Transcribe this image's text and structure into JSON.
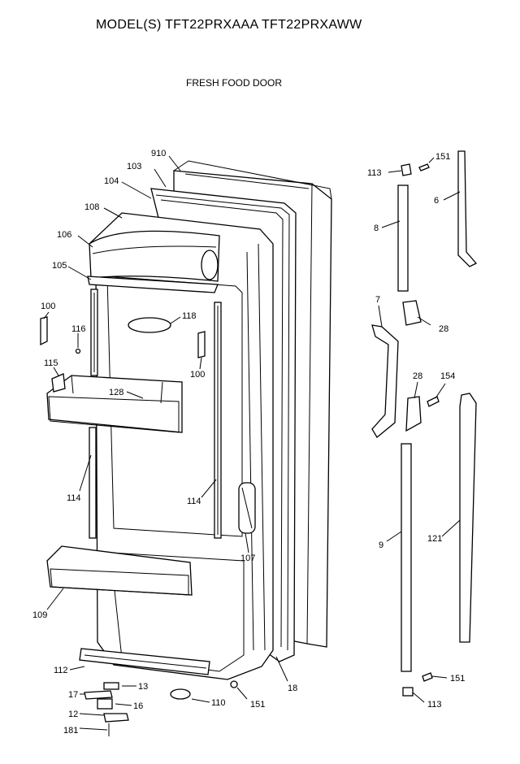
{
  "header": {
    "title": "MODEL(S) TFT22PRXAAA  TFT22PRXAWW"
  },
  "diagram": {
    "subtitle": "FRESH FOOD DOOR"
  },
  "callouts": [
    {
      "id": "910",
      "text": "910"
    },
    {
      "id": "103",
      "text": "103"
    },
    {
      "id": "104",
      "text": "104"
    },
    {
      "id": "108",
      "text": "108"
    },
    {
      "id": "106",
      "text": "106"
    },
    {
      "id": "105",
      "text": "105"
    },
    {
      "id": "100a",
      "text": "100"
    },
    {
      "id": "116",
      "text": "116"
    },
    {
      "id": "118",
      "text": "118"
    },
    {
      "id": "100b",
      "text": "100"
    },
    {
      "id": "115",
      "text": "115"
    },
    {
      "id": "128",
      "text": "128"
    },
    {
      "id": "114a",
      "text": "114"
    },
    {
      "id": "114b",
      "text": "114"
    },
    {
      "id": "107",
      "text": "107"
    },
    {
      "id": "109",
      "text": "109"
    },
    {
      "id": "112",
      "text": "112"
    },
    {
      "id": "13",
      "text": "13"
    },
    {
      "id": "17",
      "text": "17"
    },
    {
      "id": "16",
      "text": "16"
    },
    {
      "id": "12",
      "text": "12"
    },
    {
      "id": "181",
      "text": "181"
    },
    {
      "id": "110",
      "text": "110"
    },
    {
      "id": "151a",
      "text": "151"
    },
    {
      "id": "18",
      "text": "18"
    },
    {
      "id": "113a",
      "text": "113"
    },
    {
      "id": "151b",
      "text": "151"
    },
    {
      "id": "6",
      "text": "6"
    },
    {
      "id": "8",
      "text": "8"
    },
    {
      "id": "7",
      "text": "7"
    },
    {
      "id": "28a",
      "text": "28"
    },
    {
      "id": "28b",
      "text": "28"
    },
    {
      "id": "154",
      "text": "154"
    },
    {
      "id": "9",
      "text": "9"
    },
    {
      "id": "121",
      "text": "121"
    },
    {
      "id": "151c",
      "text": "151"
    },
    {
      "id": "113b",
      "text": "113"
    }
  ]
}
